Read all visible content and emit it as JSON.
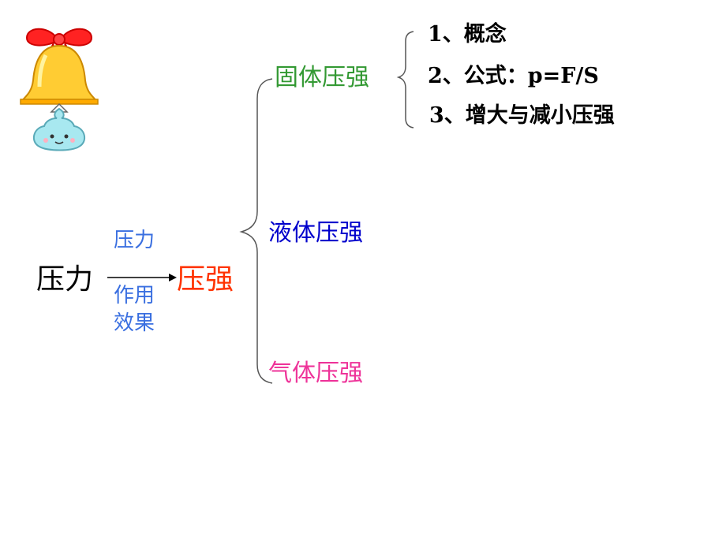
{
  "root": {
    "label": "压力",
    "color": "#000000"
  },
  "arrow": {
    "label_above": "压力",
    "label_below_1": "作用",
    "label_below_2": "效果",
    "color": "#3a6fe0"
  },
  "target": {
    "label": "压强",
    "color": "#ff3300"
  },
  "branches": [
    {
      "label": "固体压强",
      "color": "#339933"
    },
    {
      "label": "液体压强",
      "color": "#0000cc"
    },
    {
      "label": "气体压强",
      "color": "#ee3399"
    }
  ],
  "solid_details": [
    "1、概念",
    "2、公式：p=F/S",
    "3、增大与减小压强"
  ],
  "decoration": {
    "icon": "bell-icon"
  }
}
